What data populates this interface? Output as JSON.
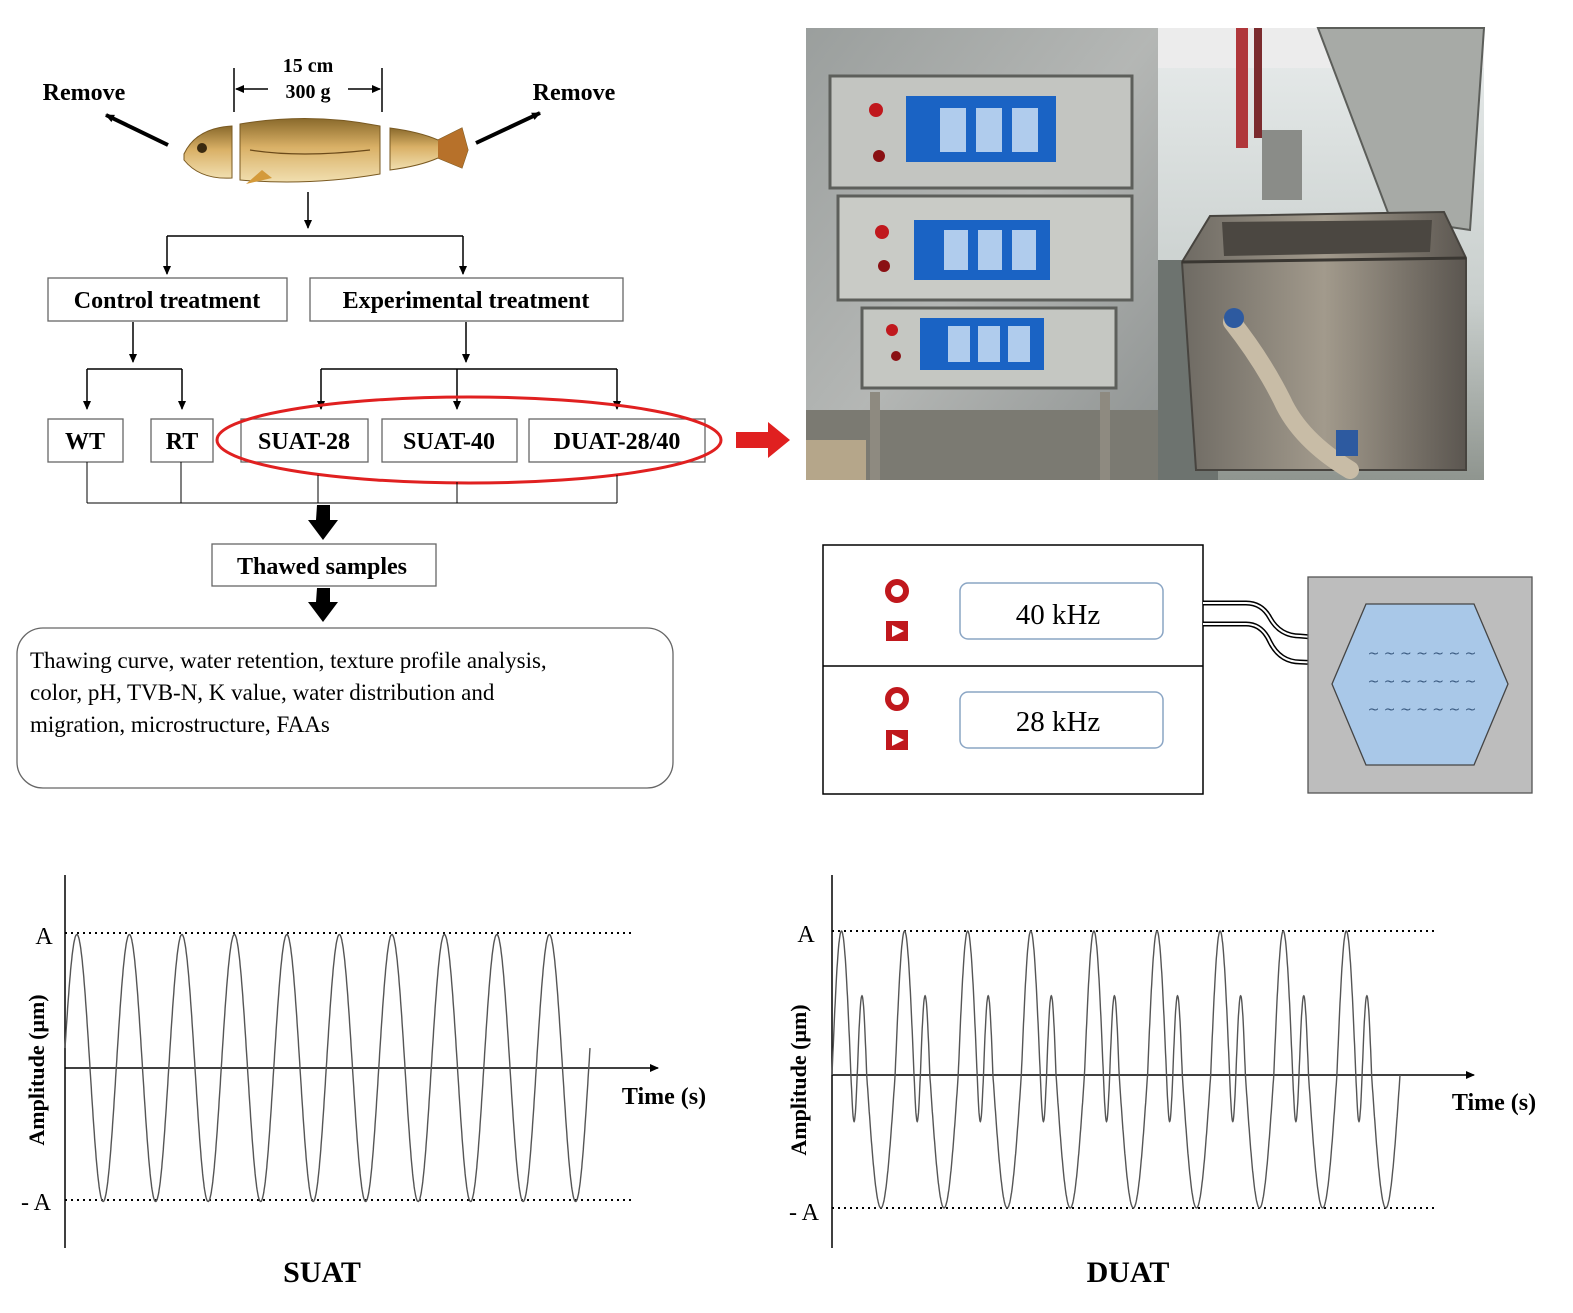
{
  "flow": {
    "fish": {
      "size": "15 cm",
      "weight": "300 g",
      "remove_left": "Remove",
      "remove_right": "Remove"
    },
    "control": "Control treatment",
    "experimental": "Experimental treatment",
    "groups": [
      "WT",
      "RT",
      "SUAT-28",
      "SUAT-40",
      "DUAT-28/40"
    ],
    "thawed": "Thawed samples",
    "analyses": [
      "Thawing curve, water retention, texture profile analysis,",
      "color, pH, TVB-N, K value, water distribution and",
      "migration, microstructure, FAAs"
    ]
  },
  "device": {
    "panels": [
      "40 kHz",
      "28 kHz"
    ]
  },
  "colors": {
    "highlight": "#e02020",
    "button_red": "#c0181d",
    "tank_water": "#a9c8e8",
    "tank_frame": "#bdbdbd",
    "display_blue": "#1a63c4"
  },
  "chart_data": [
    {
      "type": "line",
      "title": "SUAT",
      "xlabel": "Time (s)",
      "ylabel": "Amplitude (μm)",
      "ytick_labels": [
        "A",
        "- A"
      ],
      "series": [
        {
          "waveform": "single sinusoid",
          "cycles": 10,
          "amplitude": 1.0
        }
      ]
    },
    {
      "type": "line",
      "title": "DUAT",
      "xlabel": "Time (s)",
      "ylabel": "Amplitude (μm)",
      "ytick_labels": [
        "A",
        "- A"
      ],
      "series": [
        {
          "waveform": "dual-frequency sinusoid",
          "cycles": 9,
          "peak_amplitude": 1.0,
          "secondary_peak_amplitude": 0.55
        }
      ]
    }
  ]
}
